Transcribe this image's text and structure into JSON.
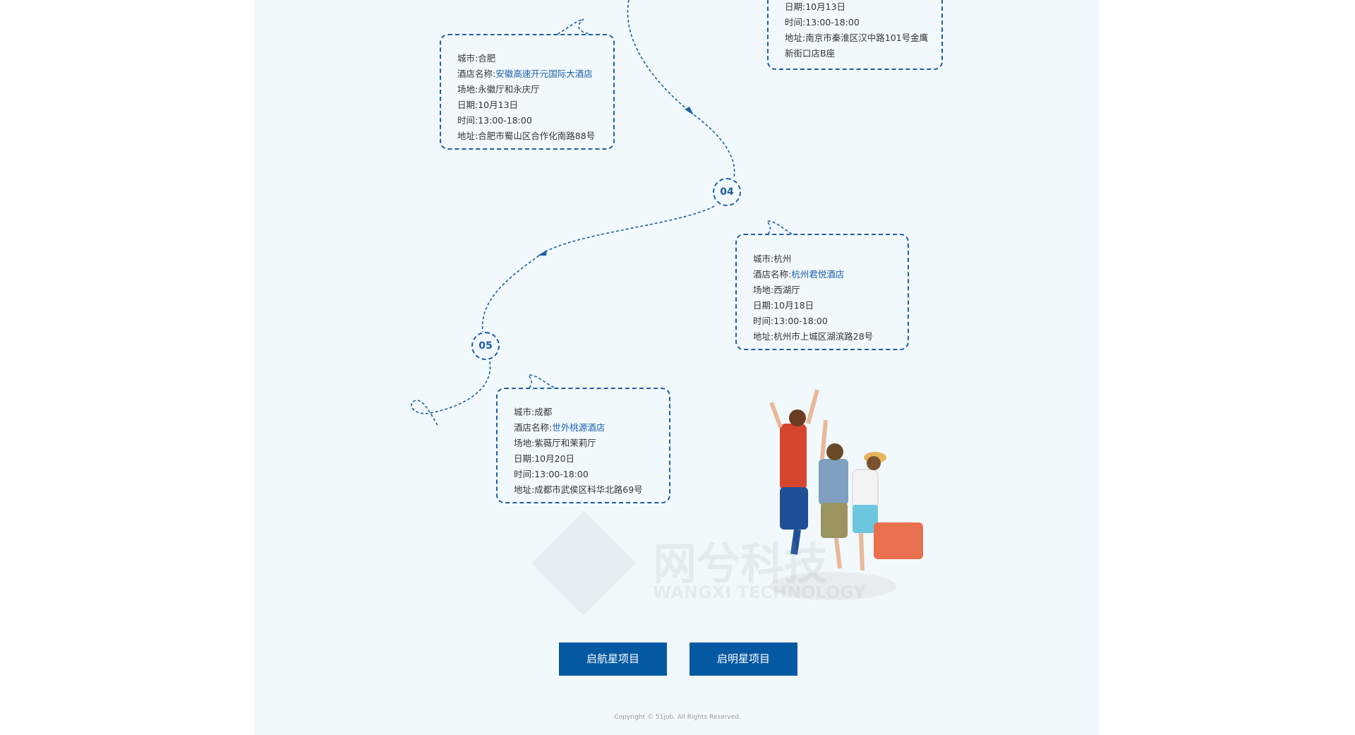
{
  "stops": [
    {
      "id": "nanjing-partial",
      "lines": [
        {
          "label": "日期",
          "value": "10月13日"
        },
        {
          "label": "时间",
          "value": "13:00-18:00"
        },
        {
          "label": "地址",
          "value": "南京市秦淮区汉中路101号金鹰"
        },
        {
          "label": "",
          "value": "新街口店B座"
        }
      ]
    },
    {
      "id": "hefei",
      "lines": [
        {
          "label": "城市",
          "value": "合肥"
        },
        {
          "label": "酒店名称",
          "value": "安徽高速开元国际大酒店"
        },
        {
          "label": "场地",
          "value": "永徽厅和永庆厅"
        },
        {
          "label": "日期",
          "value": "10月13日"
        },
        {
          "label": "时间",
          "value": "13:00-18:00"
        },
        {
          "label": "地址",
          "value": "合肥市蜀山区合作化南路88号"
        }
      ]
    },
    {
      "id": "hangzhou",
      "number": "04",
      "lines": [
        {
          "label": "城市",
          "value": "杭州"
        },
        {
          "label": "酒店名称",
          "value": "杭州君悦酒店"
        },
        {
          "label": "场地",
          "value": "西湖厅"
        },
        {
          "label": "日期",
          "value": "10月18日"
        },
        {
          "label": "时间",
          "value": "13:00-18:00"
        },
        {
          "label": "地址",
          "value": "杭州市上城区湖滨路28号"
        }
      ]
    },
    {
      "id": "chengdu",
      "number": "05",
      "lines": [
        {
          "label": "城市",
          "value": "成都"
        },
        {
          "label": "酒店名称",
          "value": "世外桃源酒店"
        },
        {
          "label": "场地",
          "value": "紫薇厅和茉莉厅"
        },
        {
          "label": "日期",
          "value": "10月20日"
        },
        {
          "label": "时间",
          "value": "13:00-18:00"
        },
        {
          "label": "地址",
          "value": "成都市武侯区科华北路69号"
        }
      ]
    }
  ],
  "watermark": {
    "cn": "网兮科技",
    "en": "WANGXI TECHNOLOGY"
  },
  "buttons": [
    {
      "label": "启航星项目"
    },
    {
      "label": "启明星项目"
    }
  ],
  "footer": {
    "copyright": "Copyright © 51job. All Rights Reserved."
  },
  "colors": {
    "accent": "#0559a2",
    "background": "#f2f9fd",
    "dash": "#1c5ea6"
  }
}
